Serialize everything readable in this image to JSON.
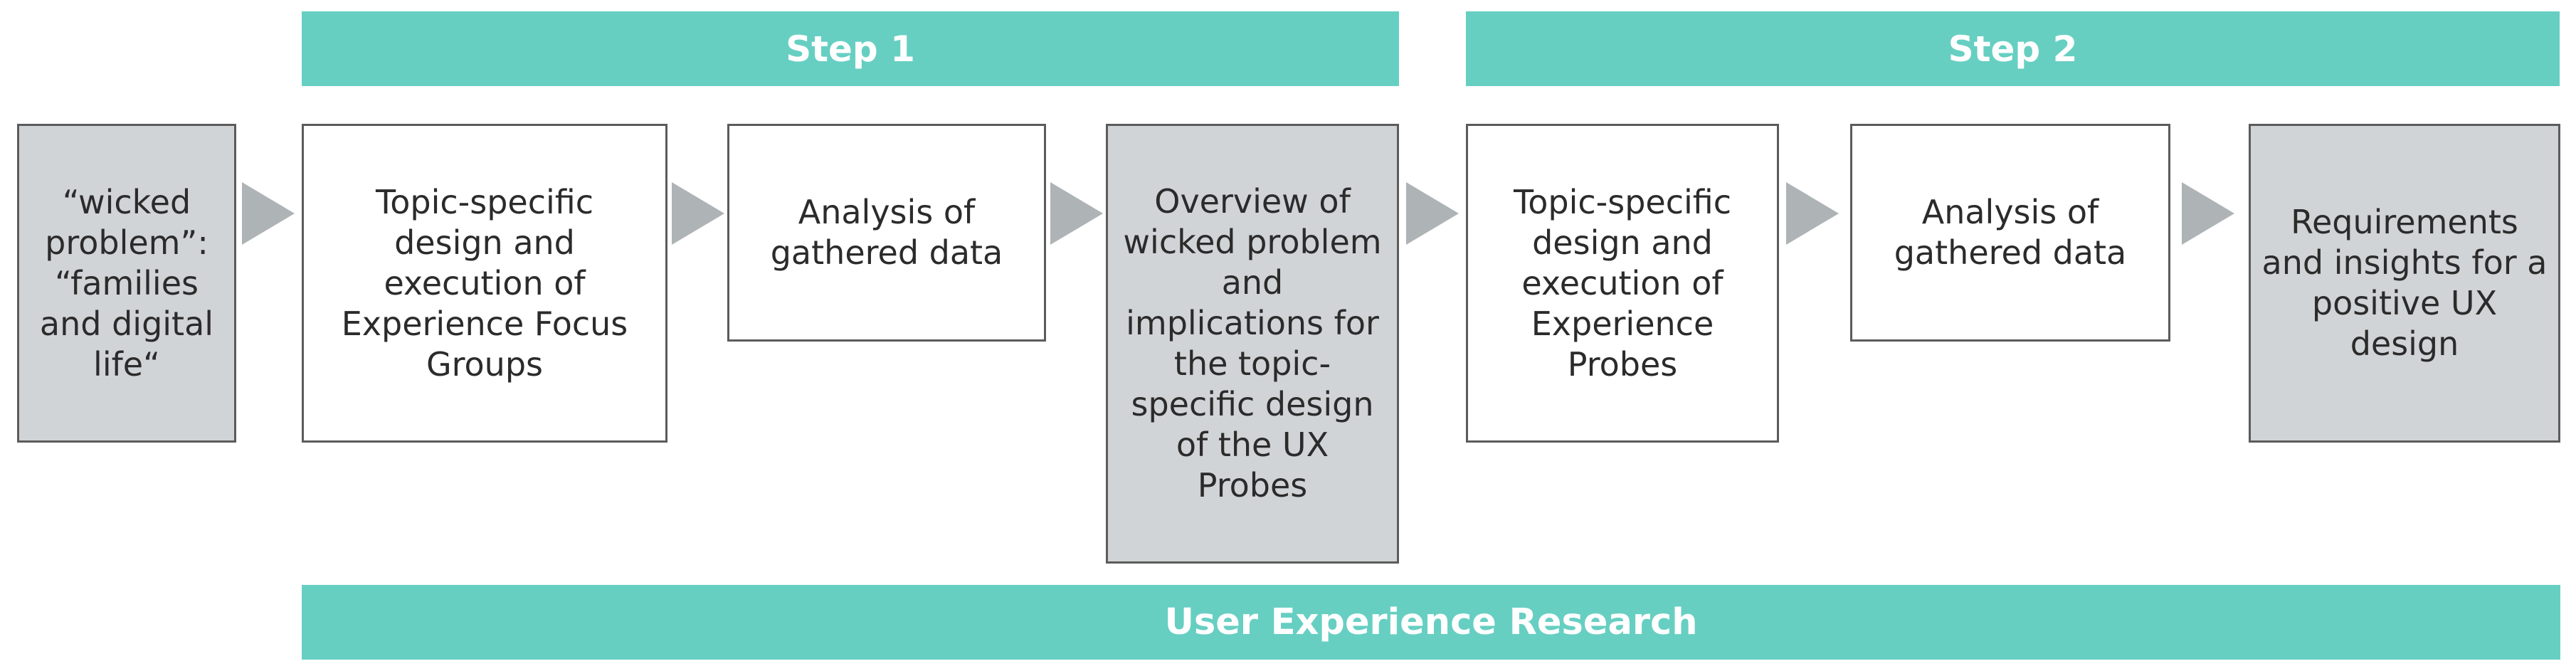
{
  "colors": {
    "band": "#66cfc2",
    "gray_box": "#d1d4d6",
    "arrow": "#aeb3b6"
  },
  "bands": {
    "step1": "Step 1",
    "step2": "Step 2",
    "footer": "User Experience Research"
  },
  "boxes": {
    "wicked": [
      "“wicked",
      "problem”:",
      "“families",
      "and digital",
      "life“"
    ],
    "focus_groups": [
      "Topic-specific",
      "design and",
      "execution of",
      "Experience Focus",
      "Groups"
    ],
    "analysis1": [
      "Analysis of",
      "gathered data"
    ],
    "overview": [
      "Overview of",
      "wicked problem",
      "and",
      "implications for",
      "the topic-",
      "specific design",
      "of the UX",
      "Probes"
    ],
    "probes": [
      "Topic-specific",
      "design and",
      "execution of",
      "Experience",
      "Probes"
    ],
    "analysis2": [
      "Analysis of",
      "gathered data"
    ],
    "requirements": [
      "Requirements",
      "and insights for a",
      "positive UX",
      "design"
    ]
  },
  "arrows": [
    "arrow-right-icon",
    "arrow-right-icon",
    "arrow-right-icon",
    "arrow-right-icon",
    "arrow-right-icon",
    "arrow-right-icon"
  ]
}
